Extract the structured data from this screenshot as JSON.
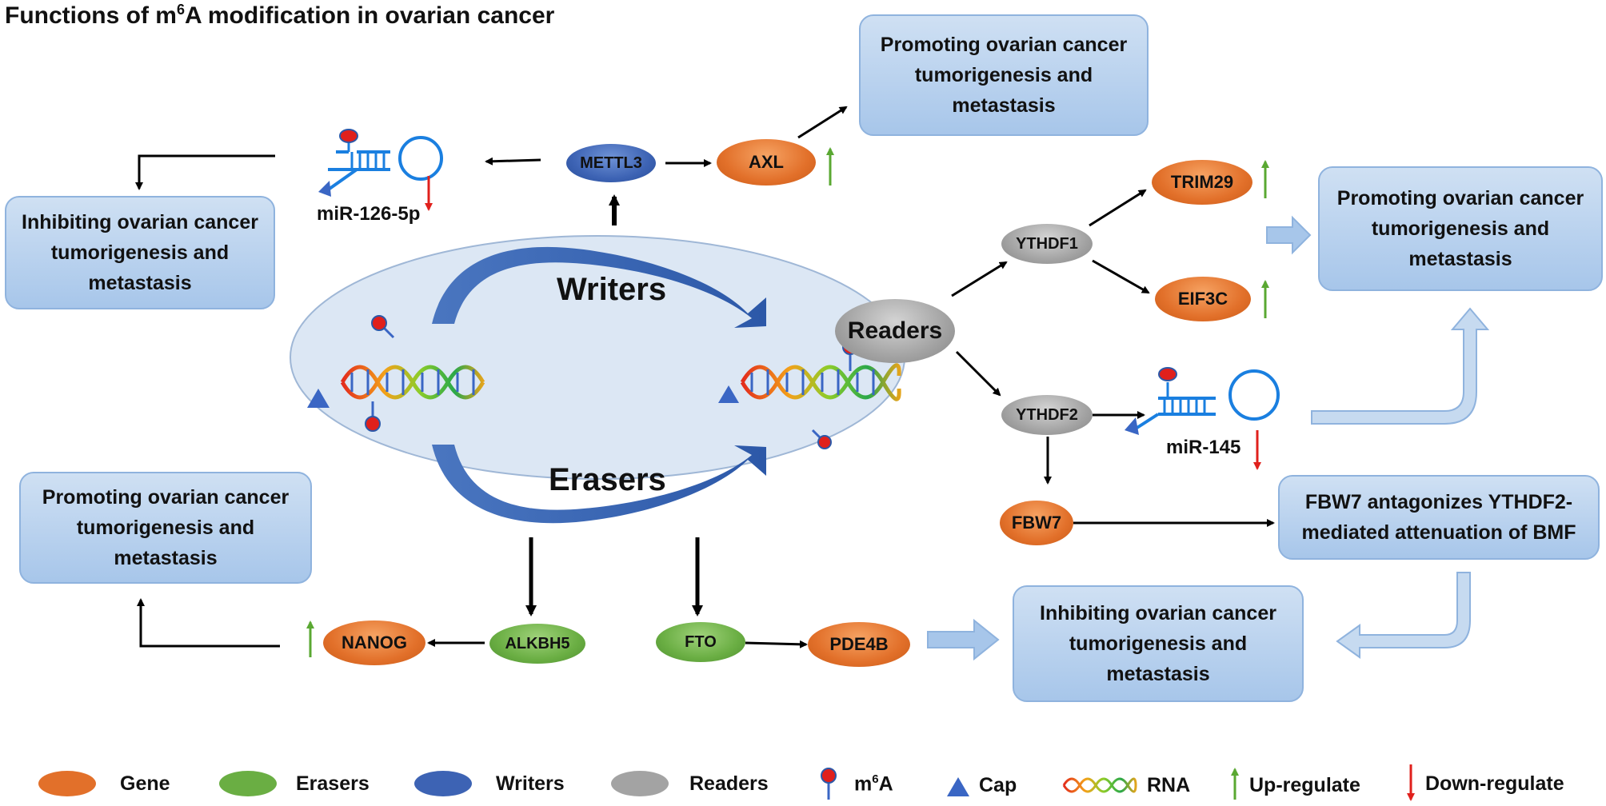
{
  "title": {
    "prefix": "Functions of m",
    "sup": "6",
    "suffix": "A modification in ovarian cancer"
  },
  "center": {
    "writers": "Writers",
    "erasers": "Erasers"
  },
  "nodes": {
    "mettl3": "METTL3",
    "axl": "AXL",
    "readers": "Readers",
    "ythdf1": "YTHDF1",
    "ythdf2": "YTHDF2",
    "trim29": "TRIM29",
    "eif3c": "EIF3C",
    "fbw7": "FBW7",
    "alkbh5": "ALKBH5",
    "nanog": "NANOG",
    "fto": "FTO",
    "pde4b": "PDE4B"
  },
  "mirnas": {
    "mir126": "miR-126-5p",
    "mir145": "miR-145"
  },
  "boxes": {
    "promote_top": "Promoting ovarian cancer tumorigenesis and metastasis",
    "inhibit_left": "Inhibiting ovarian cancer tumorigenesis and metastasis",
    "promote_right": "Promoting ovarian cancer tumorigenesis and metastasis",
    "fbw7_box": "FBW7 antagonizes YTHDF2-mediated attenuation of BMF",
    "promote_left": "Promoting ovarian cancer tumorigenesis and metastasis",
    "inhibit_bottom": "Inhibiting ovarian cancer tumorigenesis and metastasis"
  },
  "legend": {
    "gene": "Gene",
    "erasers": "Erasers",
    "writers": "Writers",
    "readers": "Readers",
    "m6a_prefix": "m",
    "m6a_sup": "6",
    "m6a_suffix": "A",
    "cap": "Cap",
    "rna": "RNA",
    "up": "Up-regulate",
    "down": "Down-regulate"
  },
  "colors": {
    "gene": "#e2702a",
    "eraser": "#6aae43",
    "writer": "#3d63b4",
    "reader": "#a3a3a3",
    "box": "#a7c6ea",
    "up_arrow": "#5aa832",
    "down_arrow": "#e0201c",
    "m6a": "#e0201c",
    "cap": "#3a66c4"
  }
}
